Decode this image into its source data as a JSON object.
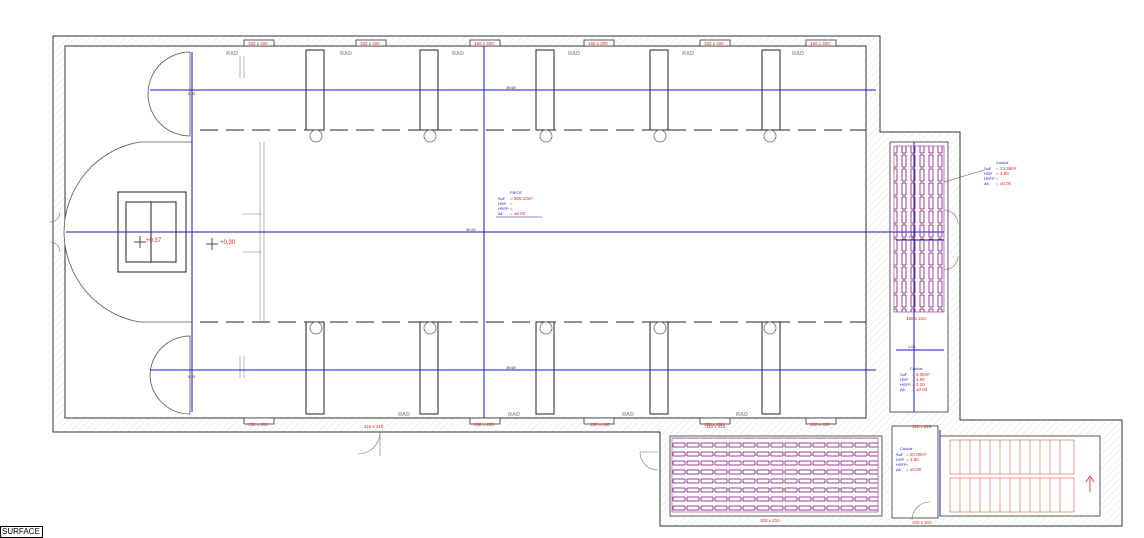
{
  "legend_label": "SURFACE",
  "main_room": {
    "name": "PIECE",
    "rows": [
      {
        "k": "SuF",
        "v": "= 360.10m²"
      },
      {
        "k": "HSP",
        "v": "="
      },
      {
        "k": "HSFP",
        "v": "="
      },
      {
        "k": "Alt",
        "v": "= ±0.00"
      }
    ]
  },
  "side_rooms": [
    {
      "name": "Couloir",
      "rows": [
        {
          "k": "SuF",
          "v": "= 13.38m²"
        },
        {
          "k": "HSP",
          "v": "= 3.80"
        },
        {
          "k": "HSFP",
          "v": "="
        },
        {
          "k": "Alt",
          "v": "= ±0.00"
        }
      ]
    },
    {
      "name": "Couloir",
      "rows": [
        {
          "k": "SuF",
          "v": "= 6.05m²"
        },
        {
          "k": "HSP",
          "v": "= 3.80"
        },
        {
          "k": "HSFP",
          "v": "= 3.20"
        },
        {
          "k": "Alt",
          "v": "= ±0.00"
        }
      ]
    },
    {
      "name": "Couloir",
      "rows": [
        {
          "k": "SuF",
          "v": "= 20.00m²"
        },
        {
          "k": "HSP",
          "v": "= 3.80"
        },
        {
          "k": "HSFP",
          "v": "="
        },
        {
          "k": "Alt",
          "v": "= ±0.00"
        }
      ]
    }
  ],
  "level_marks": [
    "+0.37",
    "+0.30"
  ],
  "radiator_label": "RAD",
  "window_label": "150 x 400",
  "door_labels": [
    "110 x 210",
    "150 x 210",
    "110 x 210",
    "100 x 210",
    "100 x 210",
    "110 x 210"
  ],
  "dimensions": [
    "39.68",
    "30.00",
    "39.68",
    "1.00",
    "1.00",
    "6.25",
    "6.25"
  ],
  "colors": {
    "wall": "#333333",
    "dimension": "#1a1ab4",
    "label": "#e0281e",
    "hatch": "#8a2b8a",
    "stair": "#d77a5a"
  }
}
